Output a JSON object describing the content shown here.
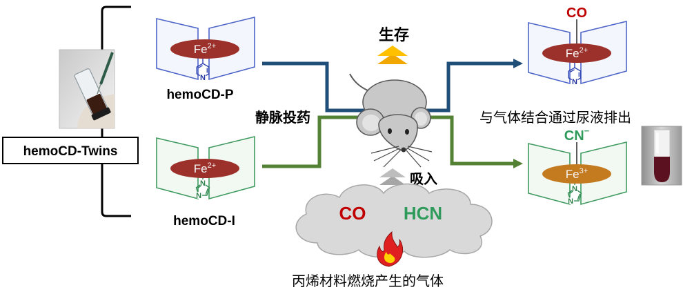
{
  "diagram": {
    "twins_label": "hemoCD-Twins",
    "hemocd_p": {
      "label": "hemoCD-P",
      "metal": "Fe",
      "charge": "2+",
      "ring_atom": "N"
    },
    "hemocd_i": {
      "label": "hemoCD-I",
      "metal": "Fe",
      "charge": "2+",
      "ring_atom_top": "N",
      "ring_atom_bottom": "N"
    },
    "administration": "静脉投药",
    "survival": "生存",
    "inhalation": "吸入",
    "gases": {
      "co": "CO",
      "hcn": "HCN"
    },
    "gas_source": "丙烯材料燃烧产生的气体",
    "excretion": "与气体结合通过尿液排出",
    "co_complex": {
      "ligand": "CO",
      "metal": "Fe",
      "charge": "2+",
      "ring_atom": "N"
    },
    "cn_complex": {
      "ligand": "CN",
      "ligand_charge": "−",
      "metal": "Fe",
      "charge": "3+",
      "ring_atom_top": "N",
      "ring_atom_bottom": "N"
    }
  },
  "colors": {
    "route_blue": "#1f4e79",
    "route_green": "#548235",
    "fe2_ellipse": "#9c302b",
    "fe3_ellipse": "#c47a1f",
    "co_text": "#c00000",
    "hcn_text": "#2e9b5a",
    "cn_text": "#2e9b5a",
    "survival_arrow": "#ffc000",
    "inhale_arrow": "#a6a6a6",
    "cloud_fill": "#d9d9d9",
    "fire": "#e02020"
  },
  "icons": {
    "mouse": "mouse-icon",
    "fire": "flame-icon",
    "survival_arrow": "double-chevron-up-icon",
    "inhale_arrow": "double-chevron-up-icon",
    "vial_photo": "vial-photo",
    "urine_tube_photo": "urine-tube-photo"
  }
}
